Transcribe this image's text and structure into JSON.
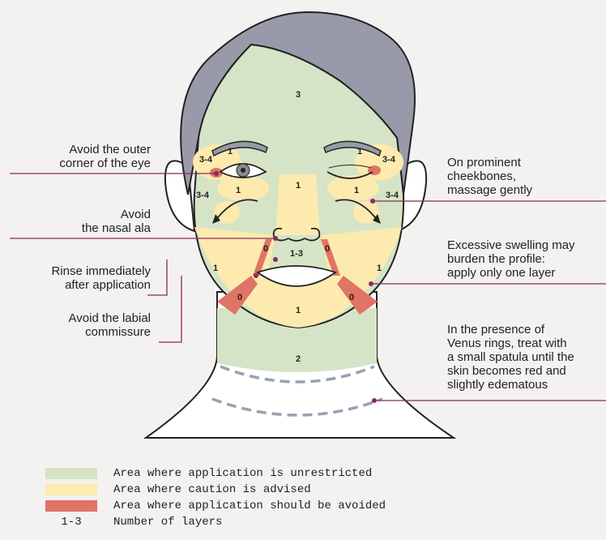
{
  "colors": {
    "unrestricted": "#d5e4c6",
    "caution": "#fdeaae",
    "avoid": "#e07466",
    "hair": "#999aa9",
    "leader": "#8a2a5c"
  },
  "zones": {
    "forehead": "3",
    "brow_left": "1",
    "brow_right": "1",
    "eye_outer_left": "3-4",
    "eye_outer_right": "3-4",
    "undereye_left": "1",
    "undereye_right": "1",
    "nose": "1",
    "cheek_left": "3-4",
    "cheek_right": "3-4",
    "nasal_fold_left": "0",
    "nasal_fold_right": "0",
    "upper_lip": "1-3",
    "lower_cheek_left": "1",
    "lower_cheek_right": "1",
    "mouth_corner_left": "0",
    "mouth_corner_right": "0",
    "chin": "1",
    "neck": "2"
  },
  "annotations": {
    "outer_eye": "Avoid the outer\ncorner of the eye",
    "nasal_ala": "Avoid\nthe nasal ala",
    "rinse": "Rinse immediately\nafter application",
    "labial": "Avoid the labial\ncommissure",
    "cheekbones": "On prominent\ncheekbones,\nmassage gently",
    "swelling": "Excessive swelling may\nburden the profile:\napply only one layer",
    "venus": "In the presence of\nVenus rings, treat with\na small spatula until the\nskin becomes red and\nslightly edematous"
  },
  "legend": {
    "unrestricted": "Area where application is unrestricted",
    "caution": "Area where caution is advised",
    "avoid": "Area where application should be avoided",
    "layers_key": "1-3",
    "layers": "Number of layers"
  }
}
